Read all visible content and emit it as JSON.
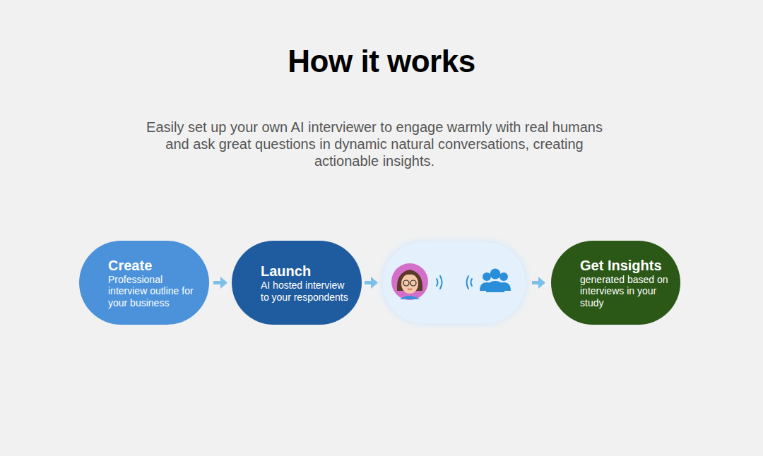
{
  "diagram": {
    "title": "How it works",
    "nodes": [
      {
        "text": [
          "Create",
          "Professional interview outline for your business"
        ]
      },
      {
        "text": [
          "Launch",
          "AI hosted interview to your respondents"
        ]
      },
      {
        "text": [
          "Get Insights",
          "generated based on interviews in your study"
        ]
      }
    ],
    "edges": [
      {
        "from": 0,
        "to": 1,
        "arrow": "to"
      }
    ],
    "labels": [
      "Easily set up your own AI interviewer to engage warmly with real humans and ask great questions in dynamic natural conversations, creating actionable insights."
    ]
  }
}
